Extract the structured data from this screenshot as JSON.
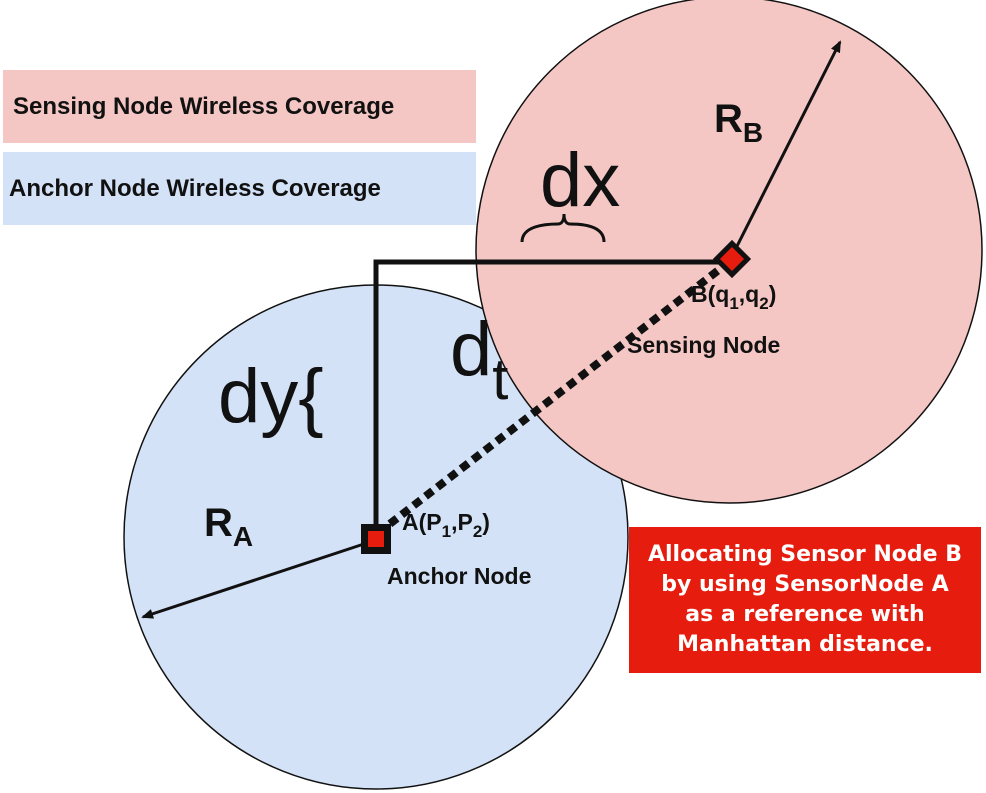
{
  "legend": {
    "sensing": "Sensing Node Wireless Coverage",
    "anchor": "Anchor Node Wireless Coverage"
  },
  "labels": {
    "dx": "dx",
    "dy": "dy{",
    "dt_base": "d",
    "dt_sub": "t",
    "ra_base": "R",
    "ra_sub": "A",
    "rb_base": "R",
    "rb_sub": "B"
  },
  "node_a": {
    "coord": {
      "prefix": "A(P",
      "sub1": "1",
      "mid": ",P",
      "sub2": "2",
      "suffix": ")"
    },
    "name": "Anchor Node"
  },
  "node_b": {
    "coord": {
      "prefix": "B(q",
      "sub1": "1",
      "mid": ",q",
      "sub2": "2",
      "suffix": ")"
    },
    "name": "Sensing Node"
  },
  "note": "Allocating Sensor Node B\nby using SensorNode A\nas a reference with\nManhattan distance.",
  "colors": {
    "sensing_fill": "#f4c7c4",
    "anchor_fill": "#d3e2f6",
    "node_marker": "#e51c0e",
    "note_bg": "#e51c0e"
  }
}
